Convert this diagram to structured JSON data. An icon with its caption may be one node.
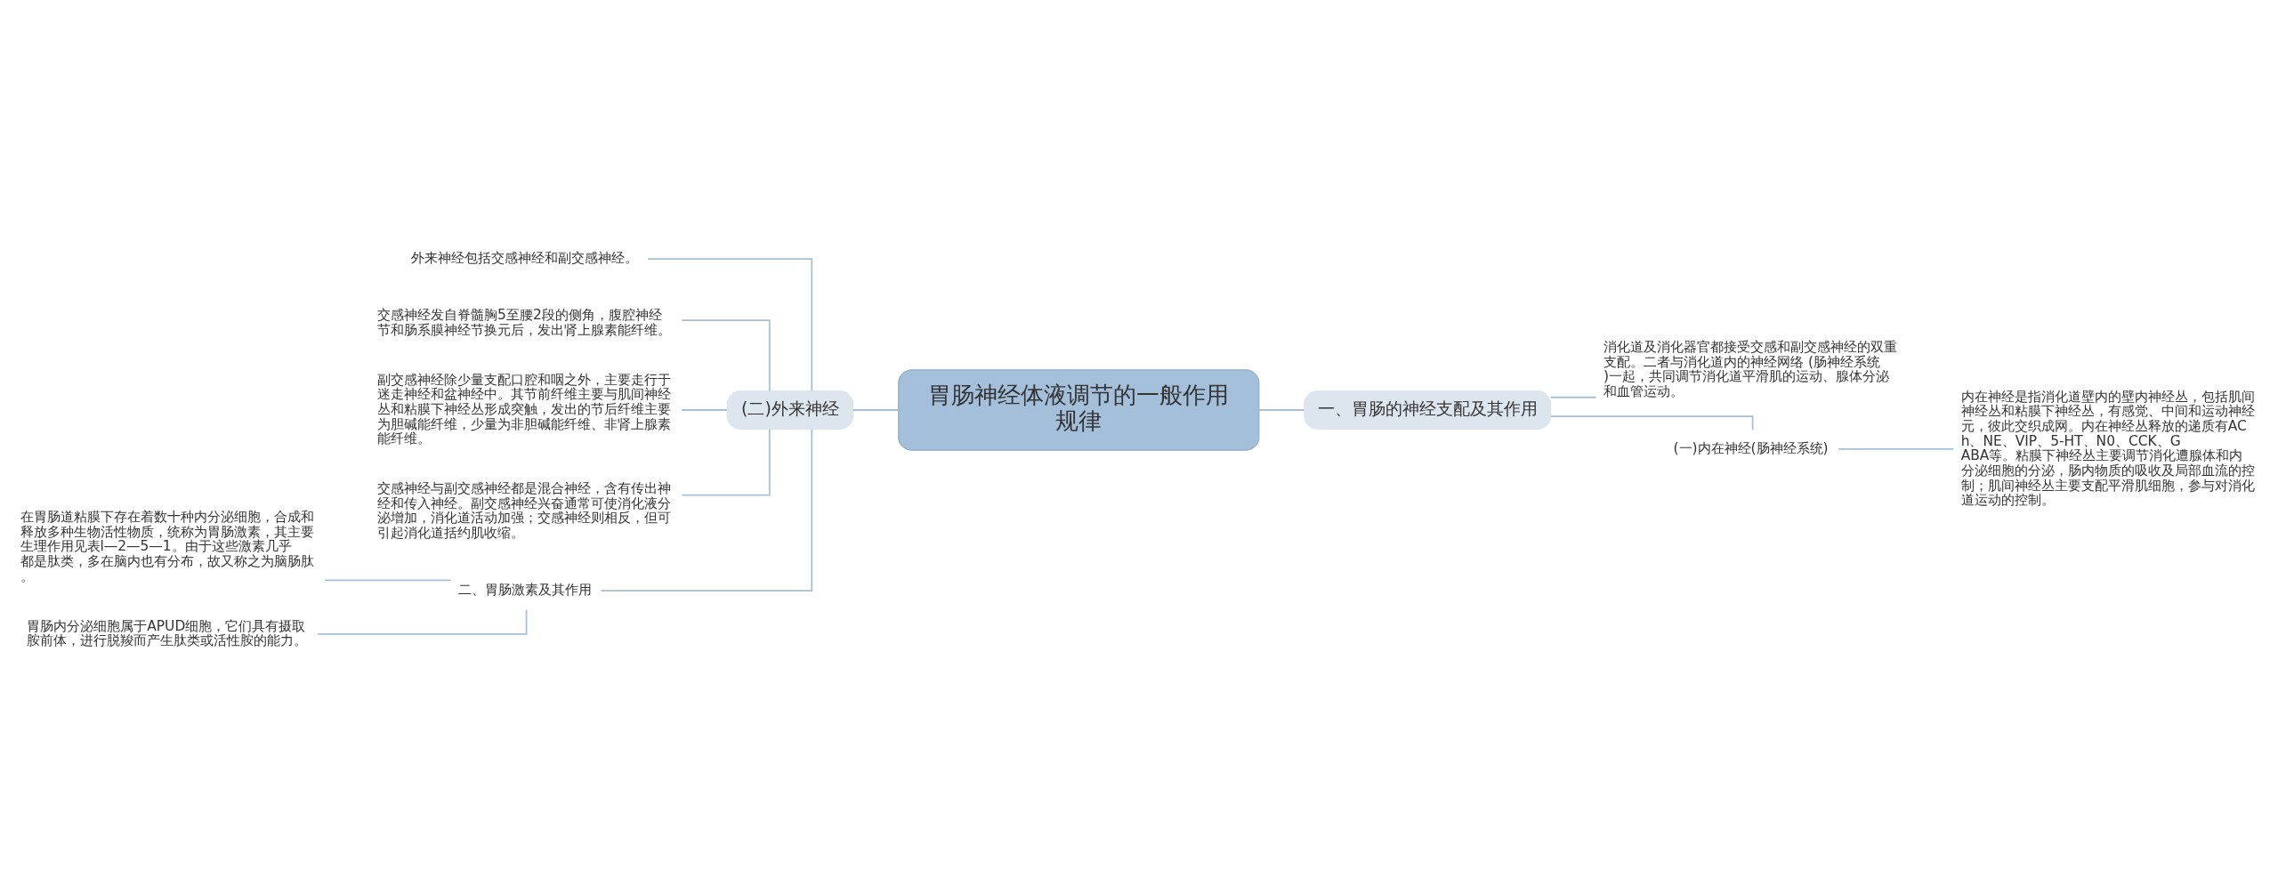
{
  "diagram": {
    "nodes": [
      {
        "text": [
          "胃肠神经体液调节的一般作用规律"
        ]
      },
      {
        "text": [
          "(二)外来神经"
        ]
      },
      {
        "text": [
          "外来神经包括交感神经和副交感神经。"
        ]
      },
      {
        "text": [
          "交感神经发自脊髓胸5至腰2段的侧角，腹腔神经节和肠系膜神经节换元后，发出肾上腺素能纤维。"
        ]
      },
      {
        "text": [
          "副交感神经除少量支配口腔和咽之外，主要走行于迷走神经和盆神经中。其节前纤维主要与肌间神经丛和粘膜下神经丛形成突触，发出的节后纤维主要为胆碱能纤维，少量为非胆碱能纤维、非肾上腺素能纤维。"
        ]
      },
      {
        "text": [
          "交感神经与副交感神经都是混合神经，含有传出神经和传入神经。副交感神经兴奋通常可使消化液分泌增加，消化道活动加强；交感神经则相反，但可引起消化道括约肌收缩。"
        ]
      },
      {
        "text": [
          "二、胃肠激素及其作用"
        ]
      },
      {
        "text": [
          "在胃肠道粘膜下存在着数十种内分泌细胞，合成和释放多种生物活性物质，统称为胃肠激素，其主要生理作用见表l—2—5—1。由于这些激素几乎都是肽类，多在脑内也有分布，故又称之为脑肠肽。"
        ]
      },
      {
        "text": [
          "胃肠内分泌细胞属于APUD细胞，它们具有摄取胺前体，进行脱羧而产生肽类或活性胺的能力。"
        ]
      },
      {
        "text": [
          "一、胃肠的神经支配及其作用"
        ]
      },
      {
        "text": [
          "消化道及消化器官都接受交感和副交感神经的双重支配。二者与消化道内的神经网络 (肠神经系统)一起，共同调节消化道平滑肌的运动、腺体分泌和血管运动。"
        ]
      },
      {
        "text": [
          "(一)内在神经(肠神经系统)"
        ]
      },
      {
        "text": [
          "内在神经是指消化道壁内的壁内神经丛，包括肌间神经丛和粘膜下神经丛，有感觉、中间和运动神经元，彼此交织成网。内在神经丛释放的递质有ACh、NE、VIP、5-HT、N0、CCK、GABA等。粘膜下神经丛主要调节消化遭腺体和内分泌细胞的分泌，肠内物质的吸收及局部血流的控制；肌间神经丛主要支配平滑肌细胞，参与对消化道运动的控制。"
        ]
      }
    ],
    "edges": [
      {
        "from": 0,
        "to": 1,
        "arrow": "none"
      },
      {
        "from": 1,
        "to": 2,
        "arrow": "none"
      },
      {
        "from": 1,
        "to": 3,
        "arrow": "none"
      },
      {
        "from": 1,
        "to": 4,
        "arrow": "none"
      },
      {
        "from": 1,
        "to": 5,
        "arrow": "none"
      },
      {
        "from": 1,
        "to": 6,
        "arrow": "none"
      },
      {
        "from": 6,
        "to": 7,
        "arrow": "none"
      },
      {
        "from": 6,
        "to": 8,
        "arrow": "none"
      },
      {
        "from": 0,
        "to": 9,
        "arrow": "none"
      },
      {
        "from": 9,
        "to": 10,
        "arrow": "none"
      },
      {
        "from": 9,
        "to": 11,
        "arrow": "none"
      },
      {
        "from": 11,
        "to": 12,
        "arrow": "none"
      }
    ]
  }
}
